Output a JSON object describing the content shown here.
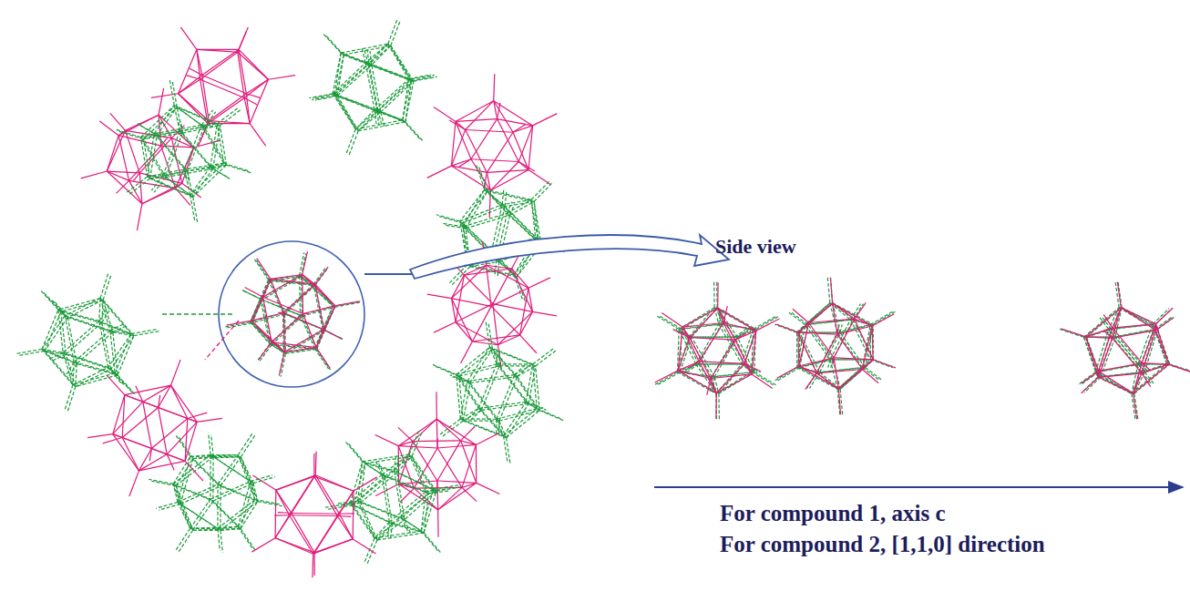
{
  "diagram": {
    "labels": [
      "Side view",
      "For compound 1, axis c",
      "For compound 2, [1,1,0] direction"
    ]
  }
}
